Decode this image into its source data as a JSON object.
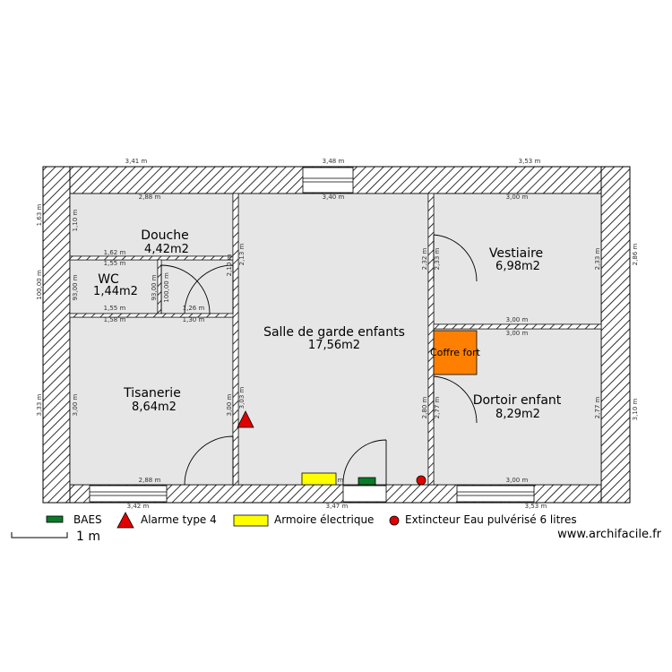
{
  "rooms": {
    "douche": {
      "name": "Douche",
      "area": "4,42m2"
    },
    "wc": {
      "name": "WC",
      "area": "1,44m2"
    },
    "tisanerie": {
      "name": "Tisanerie",
      "area": "8,64m2"
    },
    "salle": {
      "name": "Salle de garde enfants",
      "area": "17,56m2"
    },
    "vestiaire": {
      "name": "Vestiaire",
      "area": "6,98m2"
    },
    "dortoir": {
      "name": "Dortoir enfant",
      "area": "8,29m2"
    }
  },
  "coffre_fort": {
    "label": "Coffre fort",
    "color": "#ff8000"
  },
  "dimensions": {
    "top_left": "3,41 m",
    "top_mid": "3,48 m",
    "top_right": "3,53 m",
    "bottom_left": "3,42 m",
    "bottom_mid": "3,47 m",
    "bottom_right": "3,53 m",
    "left_upper": "1,63 m",
    "left_mid": "100,00 m",
    "left_lower": "3,33 m",
    "right_upper": "2,86 m",
    "right_lower": "3,10 m",
    "douche_top": "2,88 m",
    "douche_side": "1,10 m",
    "douche_bottom": "1,62 m",
    "wc_top": "1,55 m",
    "wc_bottom": "1,55 m",
    "wc_side": "93,00 m",
    "wc_right": "93,00 m",
    "bath_wall_a": "100,00 m",
    "bath_wall_b": "2,10 m",
    "bath_wall_c": "2,13 m",
    "bath_bottom_a": "1,58 m",
    "bath_bottom_b": "1,26 m",
    "bath_bottom_c": "1,30 m",
    "tisanerie_side": "3,00 m",
    "tisanerie_right": "3,00 m",
    "tisanerie_right2": "3,03 m",
    "tisanerie_bottom": "2,88 m",
    "salle_top": "3,40 m",
    "salle_bottom": "m",
    "vestiaire_top": "3,00 m",
    "vestiaire_left": "2,32 m",
    "vestiaire_left2": "2,33 m",
    "vestiaire_right": "2,33 m",
    "vestiaire_bottom": "3,00 m",
    "dortoir_top": "3,00 m",
    "dortoir_left": "2,80 m",
    "dortoir_left2": "2,77 m",
    "dortoir_right": "2,77 m",
    "dortoir_bottom": "3,00 m"
  },
  "legend": {
    "baes": {
      "label": "BAES",
      "color": "#0a7a2a"
    },
    "alarme": {
      "label": "Alarme type 4",
      "color": "#e00000"
    },
    "armoire": {
      "label": "Armoire électrique",
      "color": "#ffff00"
    },
    "extincteur": {
      "label": "Extincteur Eau pulvérisé 6 litres",
      "color": "#e00000"
    }
  },
  "scale": {
    "label": "1 m"
  },
  "credit": "www.archifacile.fr"
}
